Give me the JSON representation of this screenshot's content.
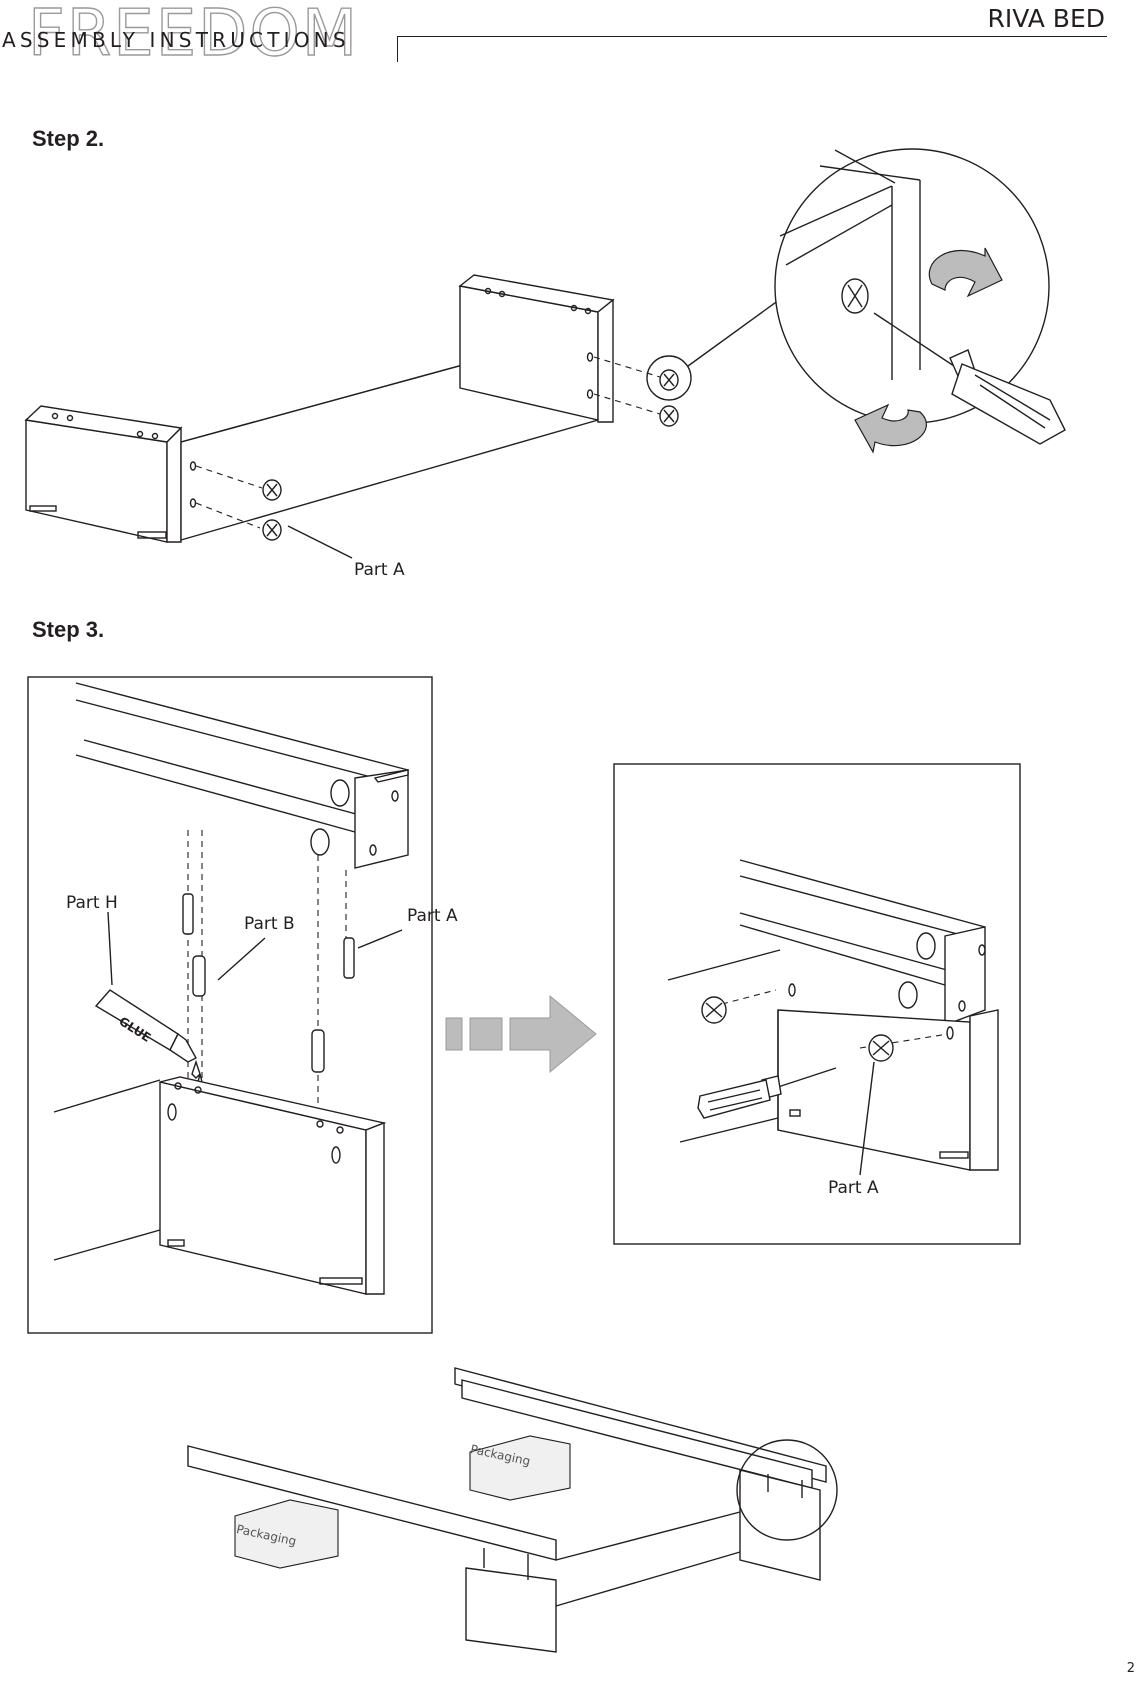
{
  "header": {
    "logo": "FREEDOM",
    "subtitle": "ASSEMBLY INSTRUCTIONS",
    "product": "RIVA BED"
  },
  "steps": [
    {
      "heading": "Step 2.",
      "labels": {
        "part_a": "Part A"
      }
    },
    {
      "heading": "Step 3.",
      "labels": {
        "part_h": "Part H",
        "part_b": "Part B",
        "part_a_left": "Part A",
        "glue": "GLUE",
        "part_a_right": "Part A"
      }
    }
  ],
  "bottom": {
    "packaging_left": "Packaging",
    "packaging_right": "Packaging"
  },
  "page_number": "2",
  "icons": [
    "screwdriver-icon",
    "rotate-arrow-icon",
    "cam-lock-icon",
    "glue-tube-icon",
    "direction-arrow-icon"
  ],
  "colors": {
    "ink": "#231f20",
    "arrow_grey": "#bcbcbc",
    "packaging_grey": "#f0f0f0"
  }
}
